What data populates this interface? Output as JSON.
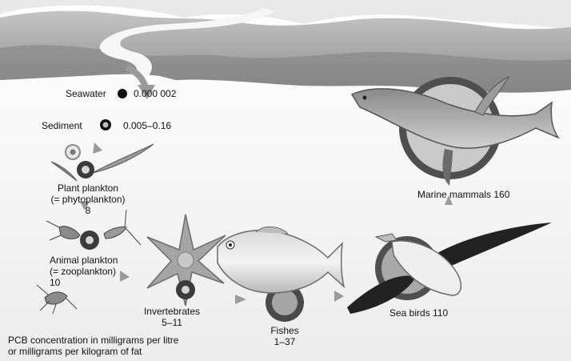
{
  "levels": {
    "seawater": {
      "label": "Seawater",
      "value": "0.000 002"
    },
    "sediment": {
      "label": "Sediment",
      "value": "0.005–0.16"
    },
    "plant_plankton": {
      "line1": "Plant plankton",
      "line2": "(= phytoplankton)",
      "value": "8"
    },
    "animal_plankton": {
      "line1": "Animal plankton",
      "line2": "(= zooplankton)",
      "value": "10"
    },
    "invertebrates": {
      "label": "Invertebrates",
      "value": "5–11"
    },
    "fishes": {
      "label": "Fishes",
      "value": "1–37"
    },
    "sea_birds": {
      "label": "Sea birds 110"
    },
    "marine_mammals": {
      "label": "Marine mammals 160"
    }
  },
  "legend": {
    "line1": "PCB concentration in milligrams per litre",
    "line2": "or milligrams per kilogram of fat"
  },
  "colors": {
    "ring_outer": "#6a6a6a",
    "ring_inner": "#a8a8a8",
    "arrow": "#8a8a8a",
    "land": "#9a9a9a"
  }
}
